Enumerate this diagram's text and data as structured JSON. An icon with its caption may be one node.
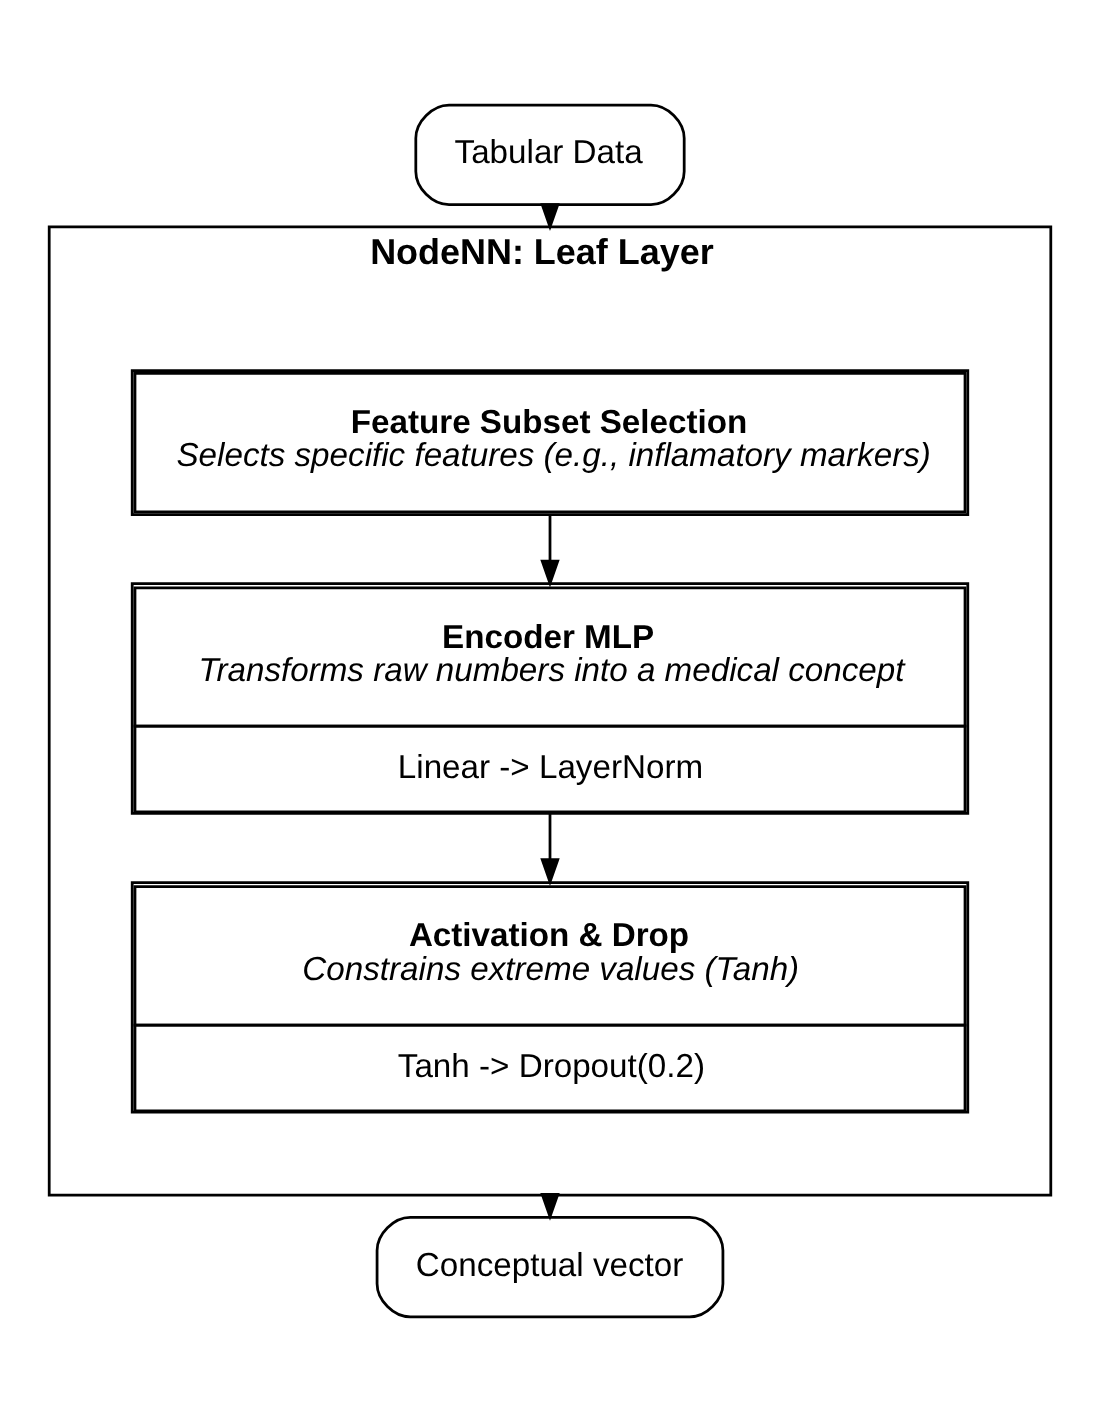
{
  "diagram": {
    "nodes": [
      {
        "text": [
          "Tabular Data"
        ]
      },
      {
        "text": [
          "NodeNN: Leaf Layer"
        ]
      },
      {
        "text": [
          "Feature Subset Selection",
          "Selects specific features (e.g., inflamatory markers)"
        ],
        "in": 1
      },
      {
        "text": [
          "Encoder MLP",
          "Transforms raw numbers into a medical concept",
          "Linear -> LayerNorm"
        ],
        "in": 1
      },
      {
        "text": [
          "Activation & Drop",
          "Constrains extreme values (Tanh)",
          "Tanh -> Dropout(0.2)"
        ],
        "in": 1
      },
      {
        "text": [
          "Conceptual vector"
        ]
      }
    ],
    "edges": [
      {
        "from": 0,
        "to": 1,
        "arrow": "to"
      },
      {
        "from": 2,
        "to": 3,
        "arrow": "to"
      },
      {
        "from": 3,
        "to": 4,
        "arrow": "to"
      },
      {
        "from": 1,
        "to": 5,
        "arrow": "to"
      }
    ]
  }
}
